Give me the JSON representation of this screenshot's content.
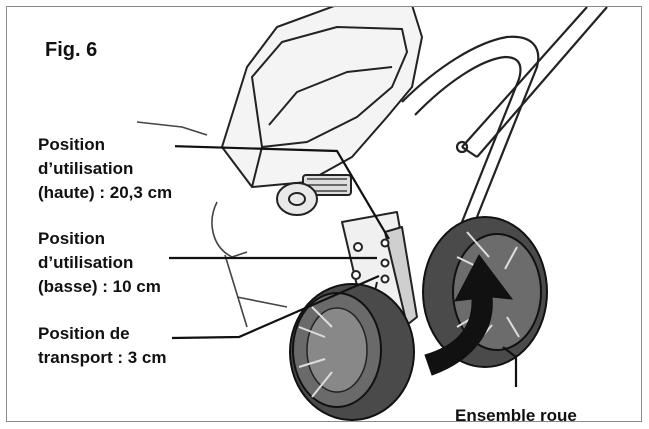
{
  "figure": {
    "title": "Fig. 6",
    "labels": {
      "high_position": [
        "Position",
        "d’utilisation",
        "(haute) : 20,3 cm"
      ],
      "low_position": [
        "Position",
        "d’utilisation",
        "(basse) : 10 cm"
      ],
      "transport_position": [
        "Position de",
        "transport : 3 cm"
      ],
      "wheel_assembly": "Ensemble roue"
    }
  }
}
